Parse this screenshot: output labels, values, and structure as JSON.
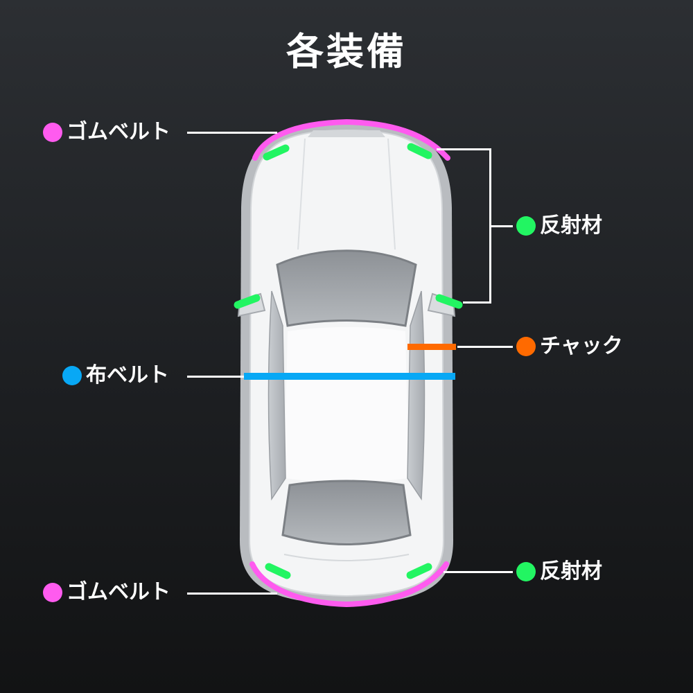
{
  "title": "各装備",
  "colors": {
    "rubber_belt": "#ff5bef",
    "reflector": "#22f562",
    "zipper": "#ff6a00",
    "cloth_belt": "#08a8f5"
  },
  "labels": {
    "rubber_belt_front": "ゴムベルト",
    "rubber_belt_rear": "ゴムベルト",
    "reflector_upper": "反射材",
    "reflector_lower": "反射材",
    "zipper": "チャック",
    "cloth_belt": "布ベルト"
  }
}
